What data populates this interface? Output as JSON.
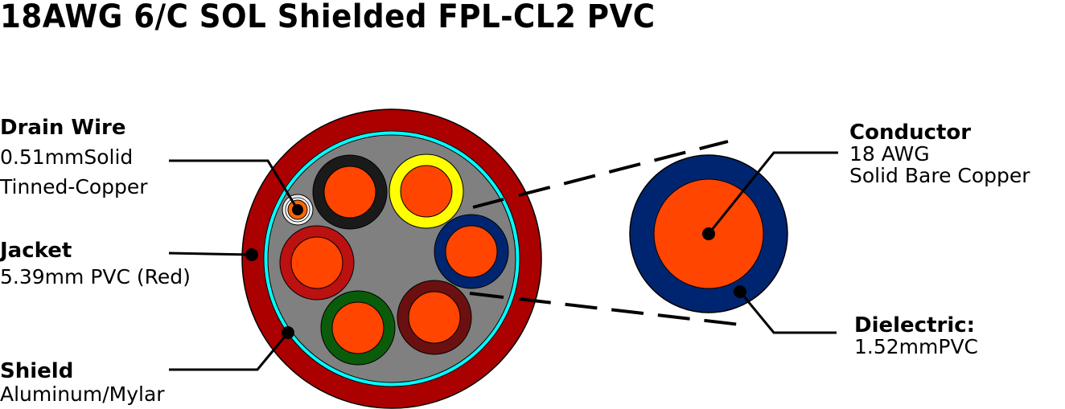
{
  "title": "18AWG 6/C SOL Shielded FPL-CL2 PVC",
  "labels": {
    "drain_wire": {
      "heading": "Drain Wire",
      "line1": "0.51mmSolid",
      "line2": "Tinned-Copper"
    },
    "jacket": {
      "heading": "Jacket",
      "line1": "5.39mm PVC (Red)"
    },
    "shield": {
      "heading": "Shield",
      "line1": "Aluminum/Mylar"
    },
    "conductor": {
      "heading": "Conductor",
      "line1": "18 AWG",
      "line2": "Solid Bare Copper"
    },
    "dielectric": {
      "heading": "Dielectric:",
      "line1": "1.52mmPVC"
    }
  },
  "colors": {
    "jacket": "#aa0000",
    "shield": "#00ffff",
    "filler": "#808080",
    "copper": "#ff4500",
    "drain_copper": "#ff6600",
    "drain_insulation": "#ececec"
  },
  "conductors": [
    {
      "name": "black",
      "insulation": "#1a1a1a"
    },
    {
      "name": "yellow",
      "insulation": "#ffff00"
    },
    {
      "name": "blue",
      "insulation": "#002570"
    },
    {
      "name": "brown",
      "insulation": "#6b1010"
    },
    {
      "name": "green",
      "insulation": "#0a5c0a"
    },
    {
      "name": "red",
      "insulation": "#bb1111"
    }
  ],
  "detail": {
    "insulation": "#002570",
    "copper": "#ff4500"
  }
}
